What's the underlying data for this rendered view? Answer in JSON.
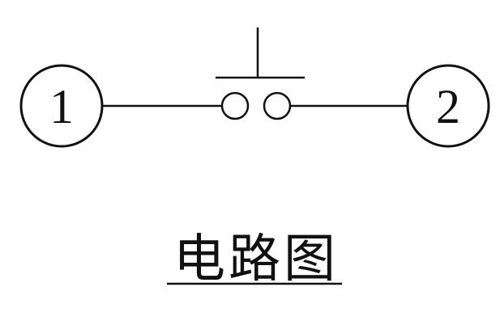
{
  "diagram": {
    "terminals": [
      {
        "label": "1"
      },
      {
        "label": "2"
      }
    ],
    "component": "push-button-switch",
    "title": "电路图",
    "stroke_color": "#111111",
    "background_color": "#ffffff"
  }
}
